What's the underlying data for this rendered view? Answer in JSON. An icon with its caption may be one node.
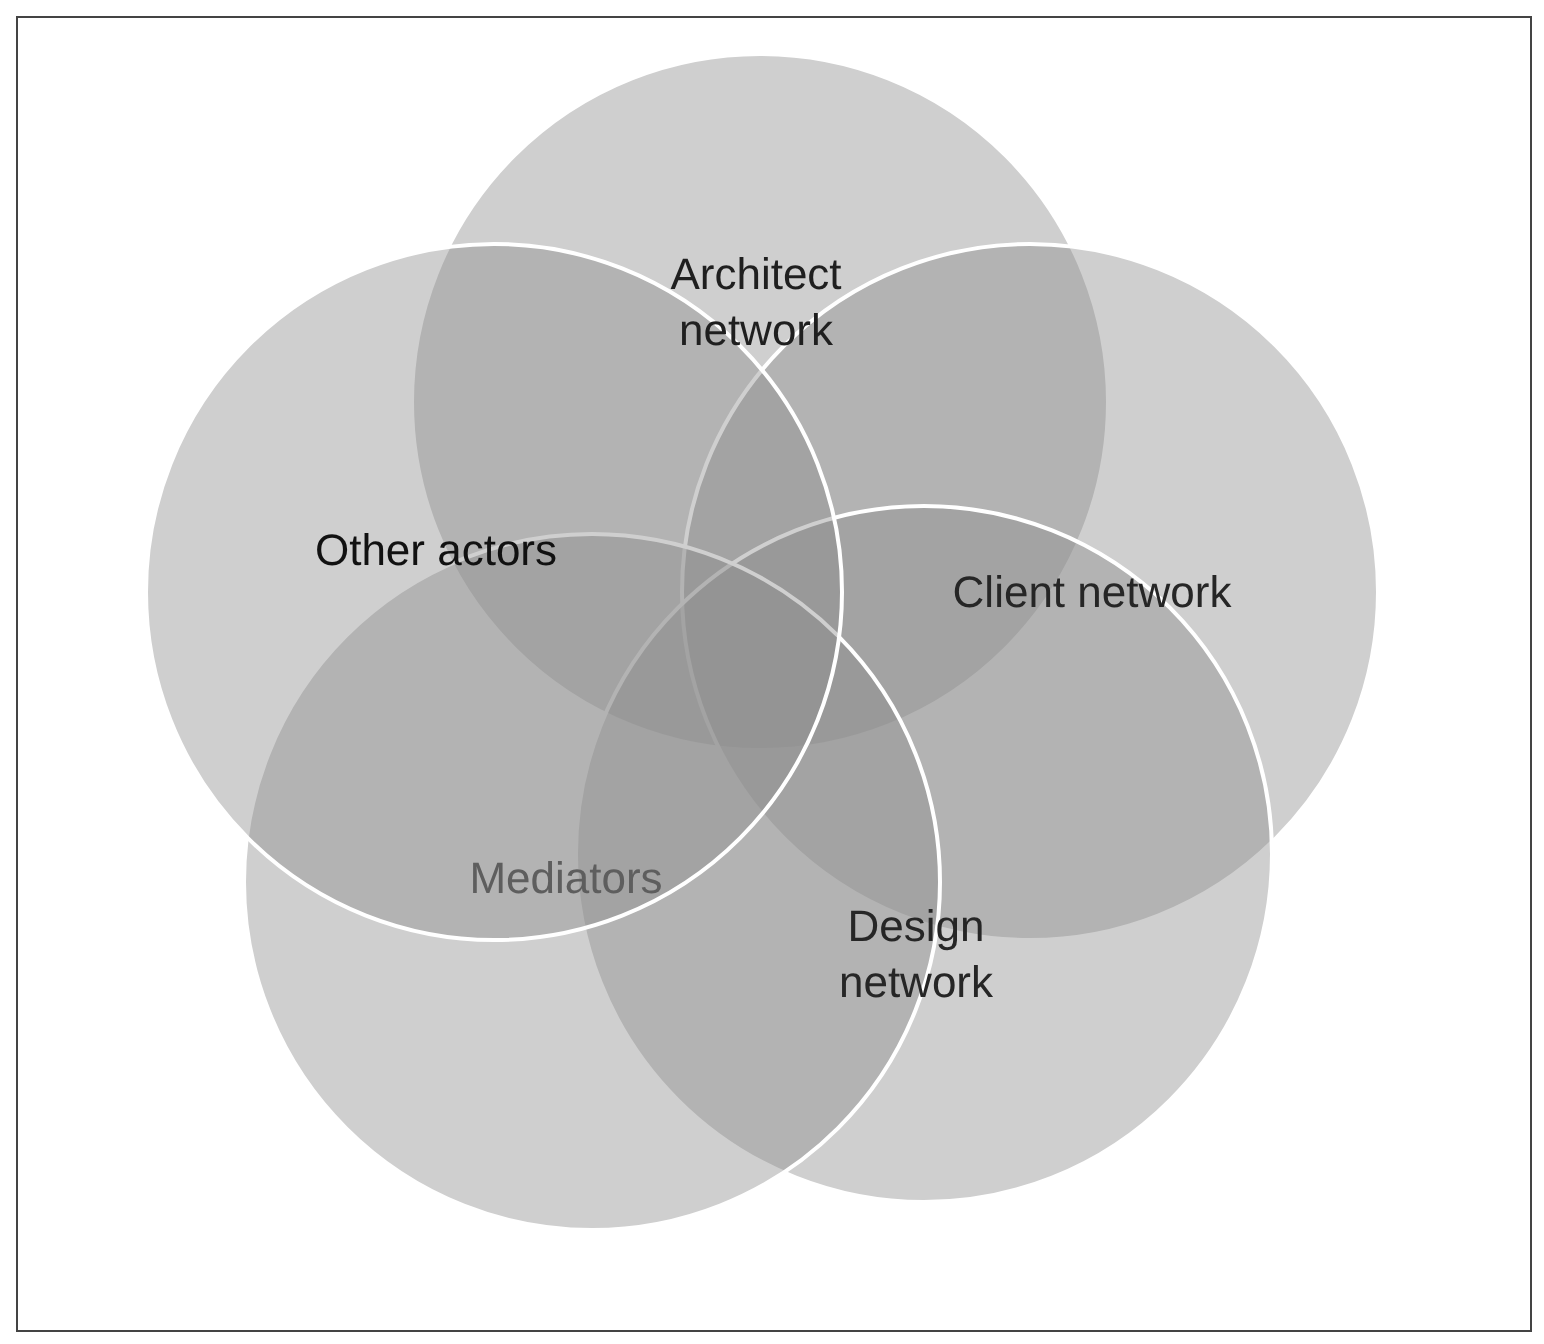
{
  "diagram": {
    "nodes": [
      {
        "text": [
          "Architect network"
        ]
      },
      {
        "text": [
          "Client network"
        ]
      },
      {
        "text": [
          "Design network"
        ]
      },
      {
        "text": [
          "Mediators"
        ]
      },
      {
        "text": [
          "Other actors"
        ]
      }
    ]
  }
}
